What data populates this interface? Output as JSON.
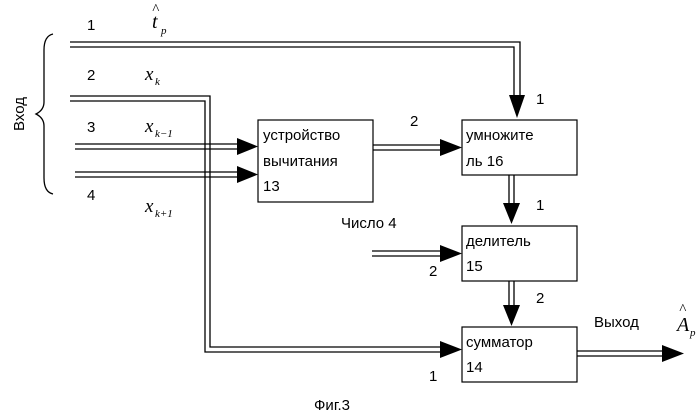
{
  "input_label": "Вход",
  "output_label": "Выход",
  "caption": "Фиг.3",
  "number_four": "Число 4",
  "inputs": [
    {
      "num": "1",
      "symbol": "t",
      "sub": "p"
    },
    {
      "num": "2",
      "symbol": "x",
      "sub": "k"
    },
    {
      "num": "3",
      "symbol": "x",
      "sub": "k−1"
    },
    {
      "num": "4",
      "symbol": "x",
      "sub": "k+1"
    }
  ],
  "output_symbol": {
    "symbol": "A",
    "sub": "p"
  },
  "blocks": {
    "subtractor": [
      "устройство",
      "вычитания",
      "13"
    ],
    "multiplier": [
      "умножите",
      "ль 16"
    ],
    "divider": [
      "делитель",
      "15"
    ],
    "adder": [
      "сумматор",
      "14"
    ]
  },
  "port_labels": {
    "sub_out": "2",
    "mul_in_top": "1",
    "mul_out": "1",
    "div_in_left": "2",
    "div_out": "2",
    "add_in_left": "1"
  }
}
